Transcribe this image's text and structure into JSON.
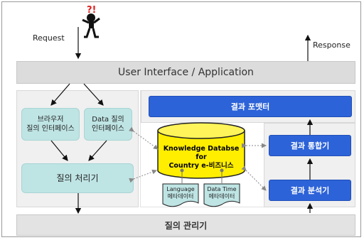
{
  "labels": {
    "request": "Request",
    "response": "Response"
  },
  "top_bar": {
    "label": "User Interface / Application"
  },
  "bottom_bar": {
    "label": "질의 관리기"
  },
  "left_panel": {
    "browser_interface": "브라우저\n질의 인터페이스",
    "data_query_interface": "Data 질의\n인터페이스",
    "query_processor": "질의 처리기"
  },
  "database": {
    "label": "Knowledge Databse for\nCountry e-비즈니스"
  },
  "metadata": {
    "language": "Language\n메타데이터",
    "datatime": "Data Time\n메타데이터"
  },
  "right_panel": {
    "result_formatter": "결과 포맷터",
    "result_integrator": "결과 통합기",
    "result_analyzer": "결과 분석기"
  },
  "icon": {
    "mark": "?!"
  },
  "colors": {
    "blue": "#2d63d8",
    "teal": "#bfe4e4",
    "cylinder": "#ffee00"
  }
}
